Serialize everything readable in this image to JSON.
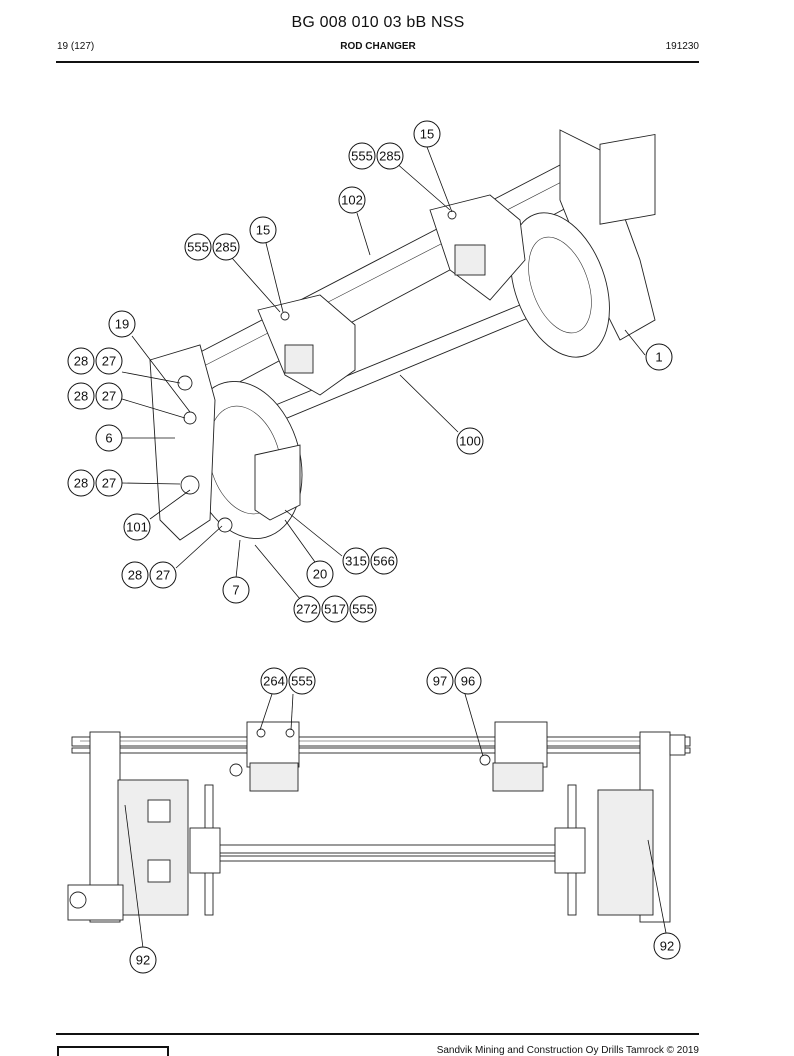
{
  "header": {
    "document_number": "BG 008 010 03 bB NSS",
    "page_info": "19 (127)",
    "section_title": "ROD CHANGER",
    "date_code": "191230"
  },
  "footer": {
    "copyright": "Sandvik Mining and Construction Oy Drills Tamrock © 2019"
  },
  "callouts_top": [
    "15",
    "555",
    "285",
    "102",
    "15",
    "555",
    "285",
    "19",
    "28",
    "27",
    "28",
    "27",
    "6",
    "28",
    "27",
    "101",
    "28",
    "27",
    "7",
    "1",
    "100",
    "20",
    "315",
    "566",
    "272",
    "517",
    "555"
  ],
  "callouts_bottom": [
    "264",
    "555",
    "97",
    "96",
    "92",
    "92"
  ]
}
